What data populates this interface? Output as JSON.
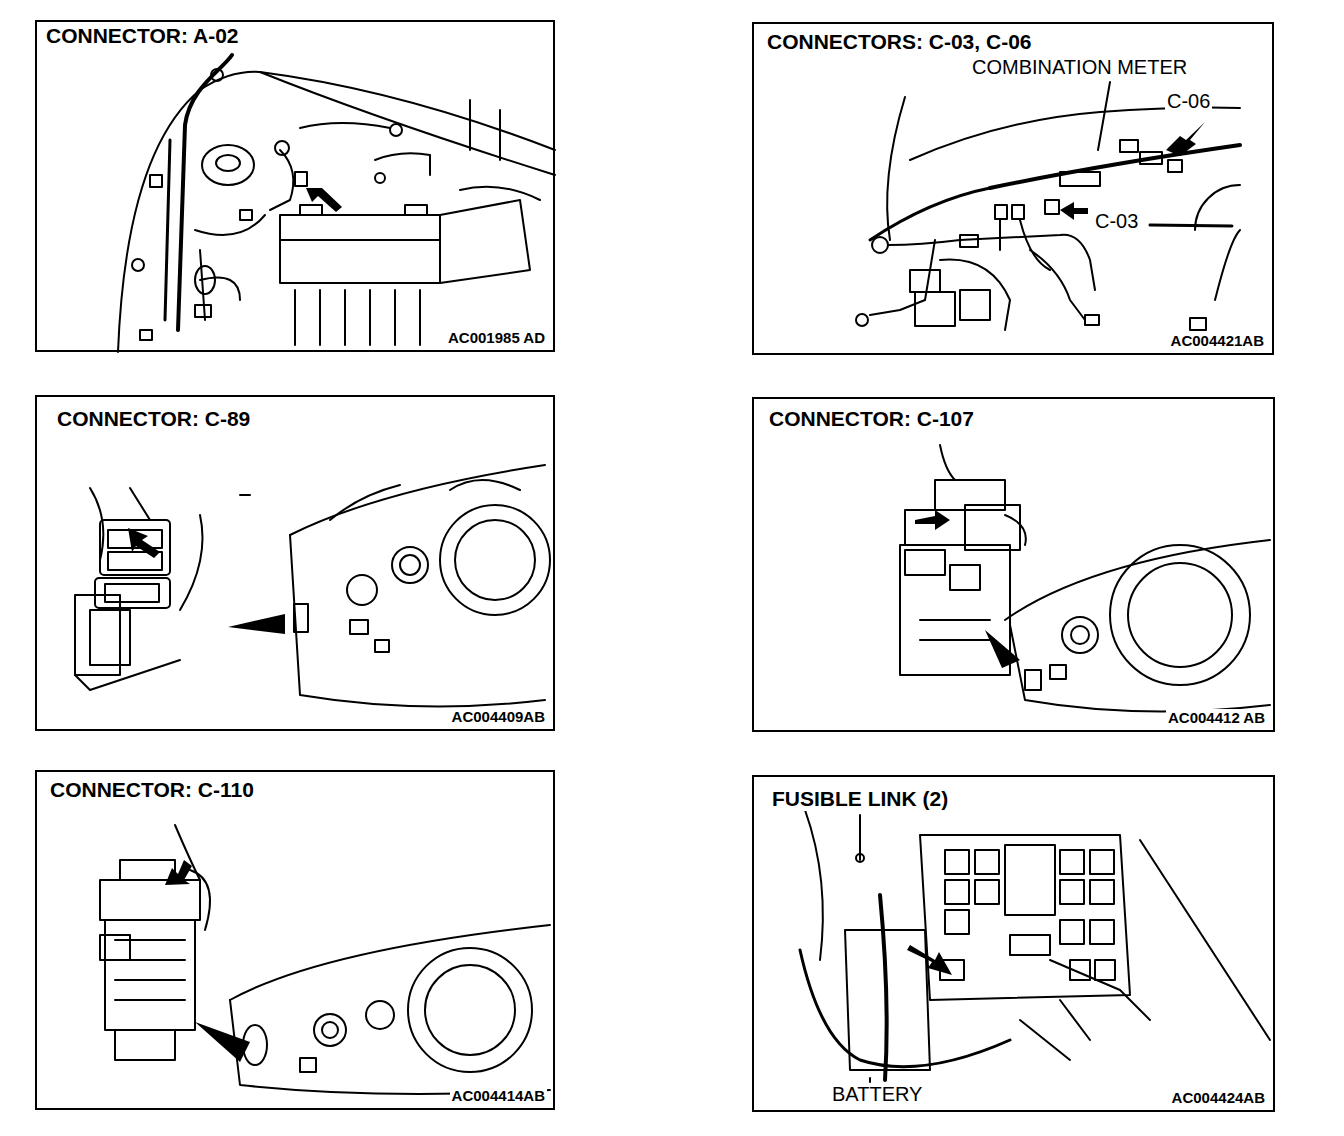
{
  "diagram": {
    "nodes": [
      {
        "text": [
          "CONNECTOR: A-02",
          "AC001985 AD"
        ]
      },
      {
        "text": [
          "CONNECTORS: C-03, C-06",
          "COMBINATION METER",
          "C-06",
          "C-03",
          "AC004421AB"
        ]
      },
      {
        "text": [
          "CONNECTOR: C-89",
          "AC004409AB"
        ]
      },
      {
        "text": [
          "CONNECTOR: C-107",
          "AC004412 AB"
        ]
      },
      {
        "text": [
          "CONNECTOR: C-110",
          "AC004414AB"
        ]
      },
      {
        "text": [
          "FUSIBLE LINK (2)",
          "BATTERY",
          "AC004424AB"
        ]
      }
    ]
  }
}
